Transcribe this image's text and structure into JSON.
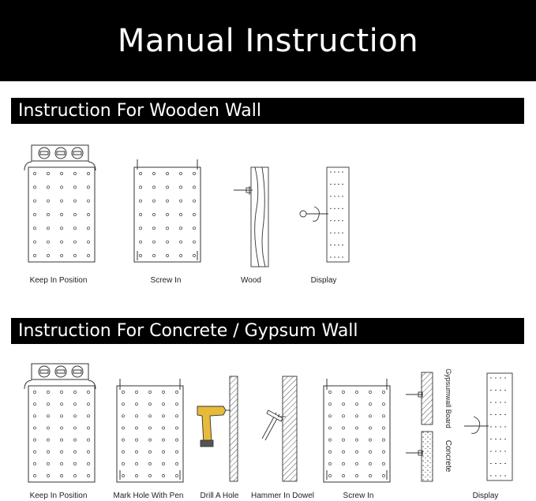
{
  "title": "Manual Instruction",
  "sections": [
    {
      "heading": "Instruction For Wooden Wall",
      "steps": [
        "Keep In Position",
        "Screw In",
        "Wood",
        "Display"
      ]
    },
    {
      "heading": "Instruction For Concrete / Gypsum Wall",
      "steps": [
        "Keep In Position",
        "Mark Hole With Pen",
        "Drill A Hole",
        "Hammer In Dowel",
        "Screw In",
        "Display"
      ]
    }
  ],
  "labels": {
    "gypsum": "Gypsumwall Board",
    "concrete": "Concrete"
  },
  "colors": {
    "header_bg": "#000000",
    "line": "#333333",
    "drill": "#d9a520"
  }
}
